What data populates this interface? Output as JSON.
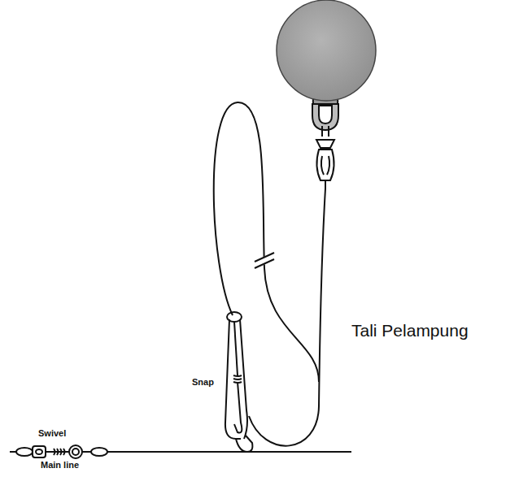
{
  "diagram": {
    "labels": [
      "Tali Pelampung",
      "Snap",
      "Swivel",
      "Main line"
    ]
  }
}
